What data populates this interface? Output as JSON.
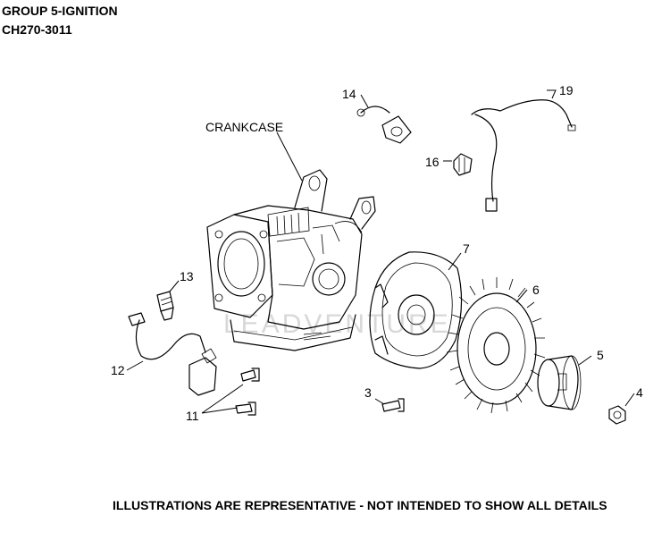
{
  "header": {
    "group_title": "GROUP 5-IGNITION",
    "model_code": "CH270-3011"
  },
  "callouts": {
    "crankcase": "CRANKCASE",
    "c3": "3",
    "c4": "4",
    "c5": "5",
    "c6": "6",
    "c7": "7",
    "c11": "11",
    "c12": "12",
    "c13": "13",
    "c14": "14",
    "c16": "16",
    "c19": "19"
  },
  "watermark": "LEADVENTURE",
  "footer": {
    "note": "ILLUSTRATIONS ARE REPRESENTATIVE - NOT INTENDED TO SHOW ALL DETAILS"
  }
}
